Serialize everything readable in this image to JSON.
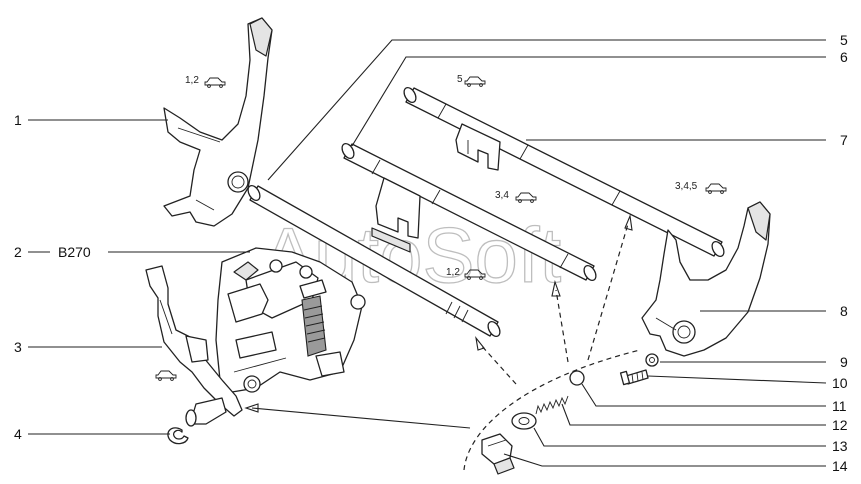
{
  "watermark": "AutoSoft",
  "callouts": {
    "left": [
      "1",
      "2",
      "3",
      "4"
    ],
    "right": [
      "5",
      "6",
      "7",
      "8",
      "9",
      "10",
      "11",
      "12",
      "13",
      "14"
    ],
    "code": "B270"
  },
  "tags": {
    "fork_top": "1,2",
    "rail_5": "5",
    "rail_34": "3,4",
    "fork_right": "3,4,5",
    "rail_12": "1,2"
  },
  "icons": {
    "vehicle": "car-icon"
  }
}
